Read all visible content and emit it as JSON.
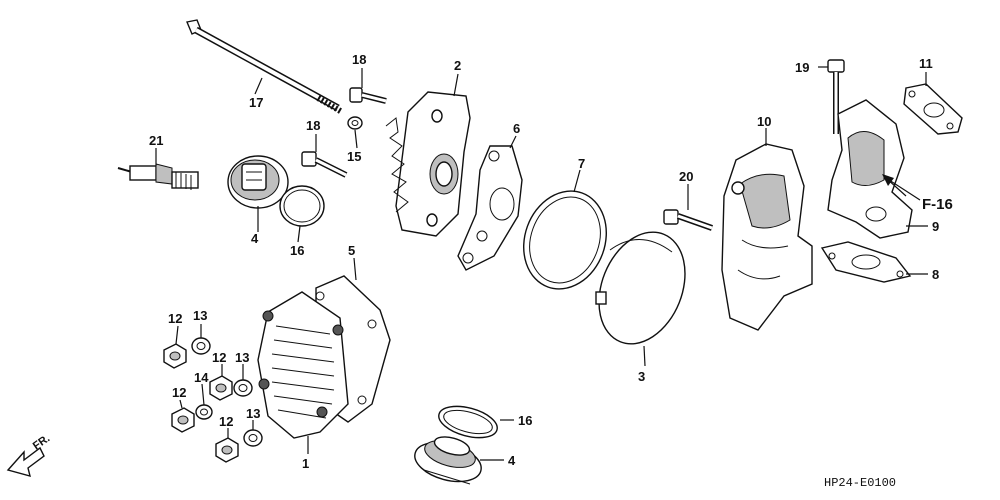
{
  "diagram": {
    "code": "HP24-E0100",
    "direction_label": "FR.",
    "reference_label": "F-16",
    "callouts": {
      "c1": "1",
      "c2": "2",
      "c3": "3",
      "c4a": "4",
      "c4b": "4",
      "c5": "5",
      "c6": "6",
      "c7": "7",
      "c8": "8",
      "c9": "9",
      "c10": "10",
      "c11": "11",
      "c12a": "12",
      "c12b": "12",
      "c12c": "12",
      "c12d": "12",
      "c13a": "13",
      "c13b": "13",
      "c13c": "13",
      "c14": "14",
      "c15": "15",
      "c16a": "16",
      "c16b": "16",
      "c17": "17",
      "c18a": "18",
      "c18b": "18",
      "c19": "19",
      "c20": "20",
      "c21": "21"
    }
  }
}
